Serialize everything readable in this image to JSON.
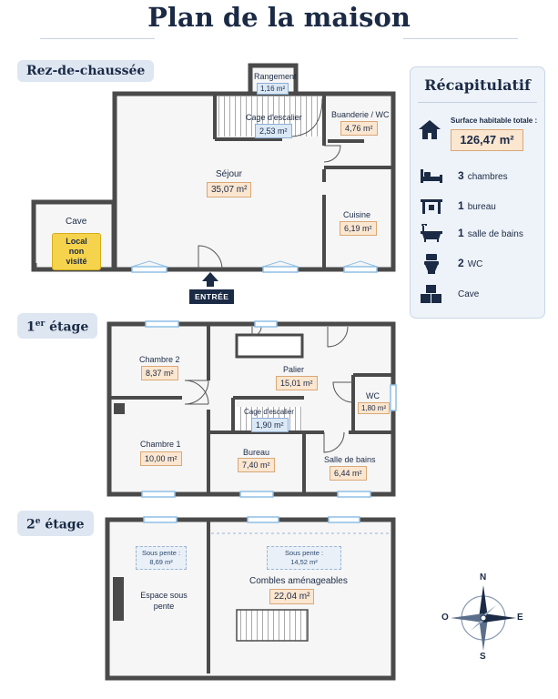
{
  "title": "Plan de la maison",
  "sections": {
    "rdc": "Rez-de-chaussée",
    "etage1_num": "1",
    "etage1_sup": "er",
    "etage1_word": " étage",
    "etage2_num": "2",
    "etage2_sup": "e",
    "etage2_word": " étage"
  },
  "rdc": {
    "rangement": {
      "name": "Rangement",
      "area": "1,16 m²"
    },
    "cage_escalier": {
      "name": "Cage d'escalier",
      "area": "2,53 m²"
    },
    "buanderie": {
      "name": "Buanderie / WC",
      "area": "4,76 m²"
    },
    "sejour": {
      "name": "Séjour",
      "area": "35,07 m²"
    },
    "cave": {
      "name": "Cave",
      "status": "Local non visité"
    },
    "cuisine": {
      "name": "Cuisine",
      "area": "6,19 m²"
    },
    "entree": "ENTRÉE"
  },
  "etage1": {
    "chambre2": {
      "name": "Chambre 2",
      "area": "8,37 m²"
    },
    "palier": {
      "name": "Palier",
      "area": "15,01 m²"
    },
    "wc": {
      "name": "WC",
      "area": "1,80 m²"
    },
    "cage_escalier": {
      "name": "Cage d'escalier",
      "area": "1,90 m²"
    },
    "chambre1": {
      "name": "Chambre 1",
      "area": "10,00 m²"
    },
    "bureau": {
      "name": "Bureau",
      "area": "7,40 m²"
    },
    "sdb": {
      "name": "Salle de bains",
      "area": "6,44 m²"
    }
  },
  "etage2": {
    "espace": {
      "name": "Espace sous pente",
      "slope_label": "Sous pente :",
      "slope_area": "8,69 m²"
    },
    "combles": {
      "name": "Combles aménageables",
      "area": "22,04 m²",
      "slope_label": "Sous pente :",
      "slope_area": "14,52 m²"
    }
  },
  "recap": {
    "title": "Récapitulatif",
    "surface_label": "Surface habitable totale :",
    "surface_value": "126,47 m²",
    "chambres_count": "3",
    "chambres_label": "chambres",
    "bureau_count": "1",
    "bureau_label": "bureau",
    "sdb_count": "1",
    "sdb_label": "salle de bains",
    "wc_count": "2",
    "wc_label": "WC",
    "cave_label": "Cave",
    "icons": [
      "house-icon",
      "bed-icon",
      "desk-icon",
      "bathtub-icon",
      "toilet-icon",
      "boxes-icon"
    ]
  },
  "compass": {
    "n": "N",
    "s": "S",
    "e": "E",
    "o": "O"
  },
  "colors": {
    "navy": "#1b2a45",
    "wall": "#4a4a4a",
    "floor": "#f6f6f6",
    "area": "#fbe6d0",
    "window": "#8fbfe6",
    "notvisited": "#f6d34d",
    "panel": "#eef3f9"
  }
}
